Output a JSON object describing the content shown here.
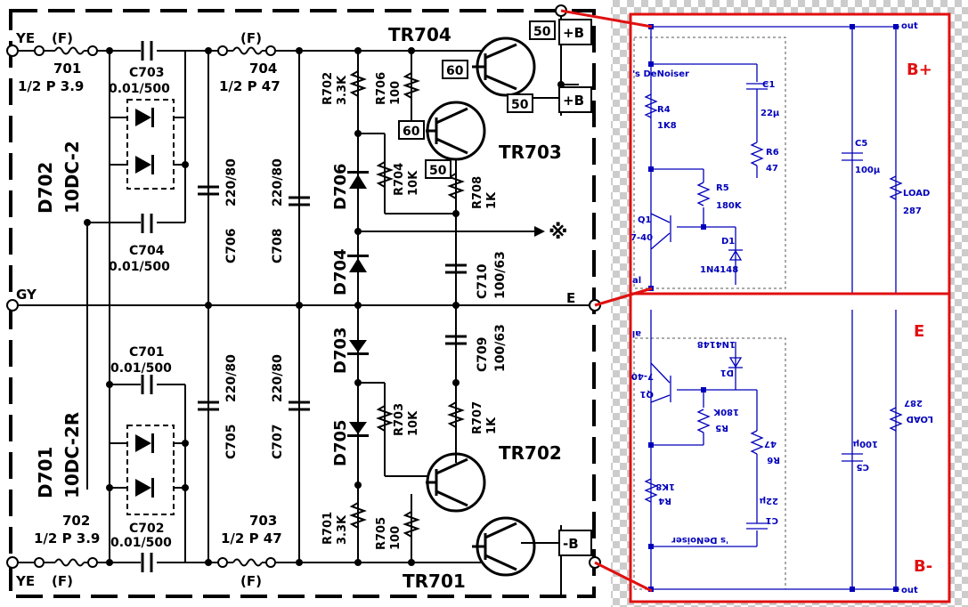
{
  "left_schematic": {
    "input_top": {
      "label": "YE",
      "fuse": "(F)",
      "ref": "701",
      "value": "1/2 P  3.9"
    },
    "input_bottom": {
      "label": "YE",
      "fuse": "(F)",
      "ref": "702",
      "value": "1/2 P  3.9"
    },
    "gy_label": "GY",
    "fuse_top": {
      "fuse": "(F)",
      "ref": "704",
      "value": "1/2 P  47"
    },
    "fuse_bottom": {
      "fuse": "(F)",
      "ref": "703",
      "value": "1/2 P  47"
    },
    "bridge_top": {
      "ref": "D702",
      "part": "10DC-2"
    },
    "bridge_bottom": {
      "ref": "D701",
      "part": "10DC-2R"
    },
    "caps": {
      "c703": {
        "ref": "C703",
        "value": "0.01/500"
      },
      "c704": {
        "ref": "C704",
        "value": "0.01/500"
      },
      "c701": {
        "ref": "C701",
        "value": "0.01/500"
      },
      "c702": {
        "ref": "C702",
        "value": "0.01/500"
      },
      "c706": {
        "ref": "C706",
        "value": "220/80"
      },
      "c708": {
        "ref": "C708",
        "value": "220/80"
      },
      "c705": {
        "ref": "C705",
        "value": "220/80"
      },
      "c707": {
        "ref": "C707",
        "value": "220/80"
      },
      "c710": {
        "ref": "C710",
        "value": "100/63"
      },
      "c709": {
        "ref": "C709",
        "value": "100/63"
      }
    },
    "resistors": {
      "r702": {
        "ref": "R702",
        "value": "3.3K"
      },
      "r706": {
        "ref": "R706",
        "value": "100"
      },
      "r704": {
        "ref": "R704",
        "value": "10K"
      },
      "r708": {
        "ref": "R708",
        "value": "1K"
      },
      "r703": {
        "ref": "R703",
        "value": "10K"
      },
      "r707": {
        "ref": "R707",
        "value": "1K"
      },
      "r701": {
        "ref": "R701",
        "value": "3.3K"
      },
      "r705": {
        "ref": "R705",
        "value": "100"
      }
    },
    "diodes": {
      "d706": "D706",
      "d704": "D704",
      "d703": "D703",
      "d705": "D705"
    },
    "transistors": {
      "tr704": "TR704",
      "tr703": "TR703",
      "tr702": "TR702",
      "tr701": "TR701"
    },
    "pins": {
      "p60a": "60",
      "p60b": "60",
      "p50a": "50",
      "p50b": "50",
      "p50c": "50"
    },
    "terminals": {
      "plus_b_1": "+B",
      "plus_b_2": "+B",
      "e": "E",
      "minus_b": "-B"
    },
    "marker": "※"
  },
  "right_schematic": {
    "top": {
      "title": "'s DeNoiser",
      "out_label": "out",
      "q1": "Q1",
      "q1_type": "7-40",
      "al": "al",
      "r4": "R4",
      "r4_value": "1K8",
      "r5": "R5",
      "r5_value": "180K",
      "r6": "R6",
      "r6_value": "47",
      "c1": "C1",
      "c1_value": "22µ",
      "c5": "C5",
      "c5_value": "100µ",
      "d1": "D1",
      "d1_part": "1N4148",
      "load": "LOAD",
      "load_value": "287"
    },
    "bottom": {
      "title": "'s DeNoiser",
      "out_label": "out",
      "q1": "Q1",
      "q1_type": "7-40",
      "al": "al",
      "r4": "R4",
      "r4_value": "1K8",
      "r5": "R5",
      "r5_value": "180K",
      "r6": "R6",
      "r6_value": "47",
      "c1": "C1",
      "c1_value": "22µ",
      "c5": "C5",
      "c5_value": "100µ",
      "d1": "D1",
      "d1_part": "1N4148",
      "load": "LOAD",
      "load_value": "287"
    }
  },
  "callouts": {
    "b_plus": "B+",
    "e": "E",
    "b_minus": "B-"
  },
  "colors": {
    "callout": "#e01010",
    "right_ink": "#0000bb",
    "checker": "#cccccc"
  }
}
